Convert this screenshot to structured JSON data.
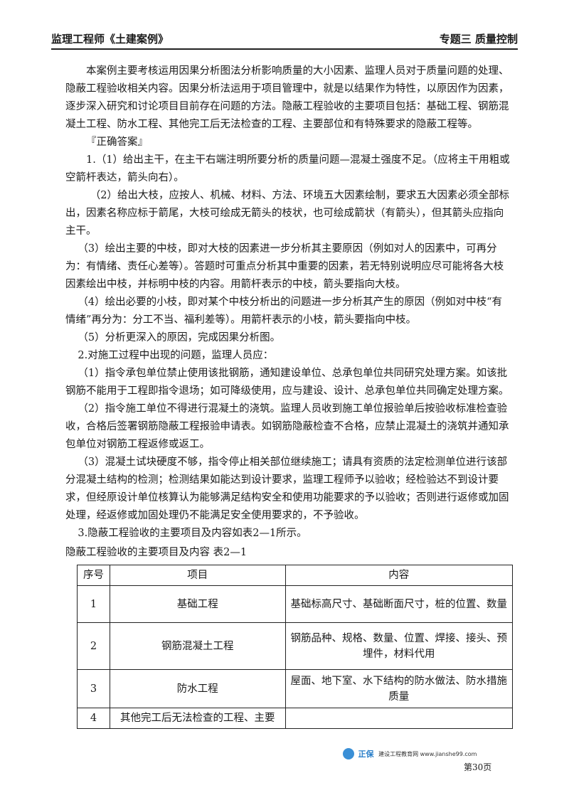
{
  "header": {
    "left": "监理工程师《土建案例》",
    "right": "专题三 质量控制"
  },
  "paragraphs": [
    "本案例主要考核运用因果分析图法分析影响质量的大小因素、监理人员对于质量问题的处理、隐蔽工程验收相关内容。因果分析法运用于项目管理中，就是以结果作为特性，以原因作为因素，逐步深入研究和讨论项目目前存在问题的方法。隐蔽工程验收的主要项目包括：基础工程、钢筋混凝土工程、防水工程、其他完工后无法检查的工程、主要部位和有特殊要求的隐蔽工程等。",
    "『正确答案』",
    "1.（1）给出主干，在主干右端注明所要分析的质量问题—混凝土强度不足。（应将主干用粗或空箭杆表达，箭头向右）。",
    "（2）给出大枝，应按人、机械、材料、方法、环境五大因素绘制，要求五大因素必须全部标出，因素名称应标于箭尾，大枝可绘成无箭头的枝状，也可绘成箭状（有箭头），但其箭头应指向主干。",
    "（3）绘出主要的中枝，即对大枝的因素进一步分析其主要原因（例如对人的因素中，可再分为：有情绪、责任心差等）。答题时可重点分析其中重要的因素，若无特别说明应尽可能将各大枝因素绘出中枝，并标明中枝的内容。用箭杆表示的中枝，箭头要指向大枝。",
    "（4）绘出必要的小枝，即对某个中枝分析出的问题进一步分析其产生的原因（例如对中枝“有情绪”再分为：分工不当、福利差等）。用箭杆表示的小枝，箭头要指向中枝。",
    "（5）分析更深入的原因，完成因果分析图。",
    "2.对施工过程中出现的问题，监理人员应：",
    "（1）指令承包单位禁止使用该批钢筋，通知建设单位、总承包单位共同研究处理方案。如该批钢筋不能用于工程即指令退场；如可降级使用，应与建设、设计、总承包单位共同确定处理方案。",
    "（2）指令施工单位不得进行混凝土的浇筑。监理人员收到施工单位报验单后按验收标准检查验收，合格后签署钢筋隐蔽工程报验申请表。如钢筋隐蔽检查不合格，应禁止混凝土的浇筑并通知承包单位对钢筋工程返修或返工。",
    "（3）混凝土试块硬度不够，指令停止相关部位继续施工；请具有资质的法定检测单位进行该部分混凝土结构的检测；检测结果如能达到设计要求，监理工程师予以验收；经检验达不到设计要求，但经原设计单位核算认为能够满足结构安全和使用功能要求的予以验收；否则进行返修或加固处理，经返修或加固处理仍不能满足安全使用要求的，不予验收。",
    "3.隐蔽工程验收的主要项目及内容如表2—1所示。"
  ],
  "table": {
    "caption": "隐蔽工程验收的主要项目及内容   表2—1",
    "headers": [
      "序号",
      "项目",
      "内容"
    ],
    "rows": [
      {
        "no": "1",
        "item": "基础工程",
        "content": "基础标高尺寸、基础断面尺寸，桩的位置、数量"
      },
      {
        "no": "2",
        "item": "钢筋混凝土工程",
        "content": "钢筋品种、规格、数量、位置、焊接、接头、预埋件，材料代用"
      },
      {
        "no": "3",
        "item": "防水工程",
        "content": "屋面、地下室、水下结构的防水做法、防水措施质量"
      },
      {
        "no": "4",
        "item": "其他完工后无法检查的工程、主要",
        "content": ""
      }
    ]
  },
  "footer": {
    "brand": "正保",
    "site": "建设工程教育网 www.jianshe99.com",
    "page": "第30页"
  },
  "colors": {
    "text": "#1a1a1a",
    "rule": "#222222",
    "brand_blue": "#2a7fc9",
    "highlight_underline": "#e0b21a"
  }
}
